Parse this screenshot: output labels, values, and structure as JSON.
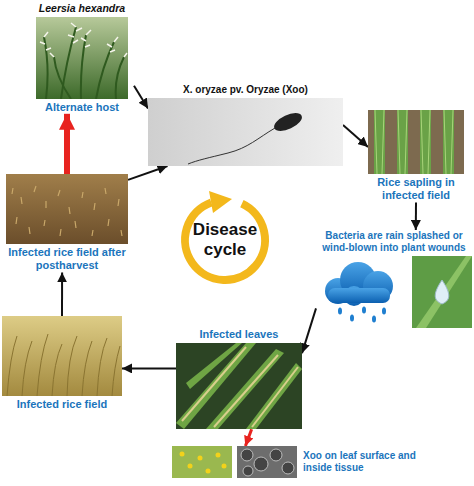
{
  "diagram": {
    "nodes": [
      {
        "text": [
          "Leersia hexandra",
          "Alternate host"
        ]
      },
      {
        "text": [
          "X. oryzae pv. Oryzae (Xoo)"
        ]
      },
      {
        "text": [
          "Rice sapling in infected field"
        ]
      },
      {
        "text": [
          "Bacteria are rain splashed or wind-blown into plant wounds"
        ]
      },
      {
        "text": [
          "Infected leaves"
        ]
      },
      {
        "text": [
          "Xoo on leaf surface and inside tissue"
        ]
      },
      {
        "text": [
          "Infected rice field"
        ]
      },
      {
        "text": [
          "Infected rice field after postharvest"
        ]
      },
      {
        "text": [
          "Disease cycle"
        ]
      }
    ],
    "edges": [
      {
        "from": 0,
        "to": 1,
        "arrow": "to"
      },
      {
        "from": 1,
        "to": 2,
        "arrow": "to"
      },
      {
        "from": 2,
        "to": 3,
        "arrow": "to"
      },
      {
        "from": 3,
        "to": 4,
        "arrow": "to"
      },
      {
        "from": 4,
        "to": 5,
        "arrow": "to"
      },
      {
        "from": 4,
        "to": 6,
        "arrow": "to"
      },
      {
        "from": 6,
        "to": 7,
        "arrow": "to"
      },
      {
        "from": 7,
        "to": 0,
        "arrow": "to"
      },
      {
        "from": 7,
        "to": 1,
        "arrow": "to"
      }
    ]
  }
}
